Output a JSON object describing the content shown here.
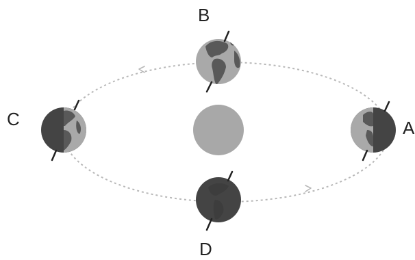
{
  "labels": {
    "a": "A",
    "b": "B",
    "c": "C",
    "d": "D"
  },
  "colors": {
    "sun": "#a8a8a8",
    "lit_side": "#a9a9a9",
    "dark_side": "#444444",
    "land_lit": "#595959",
    "orbit": "#b8b8b8"
  }
}
